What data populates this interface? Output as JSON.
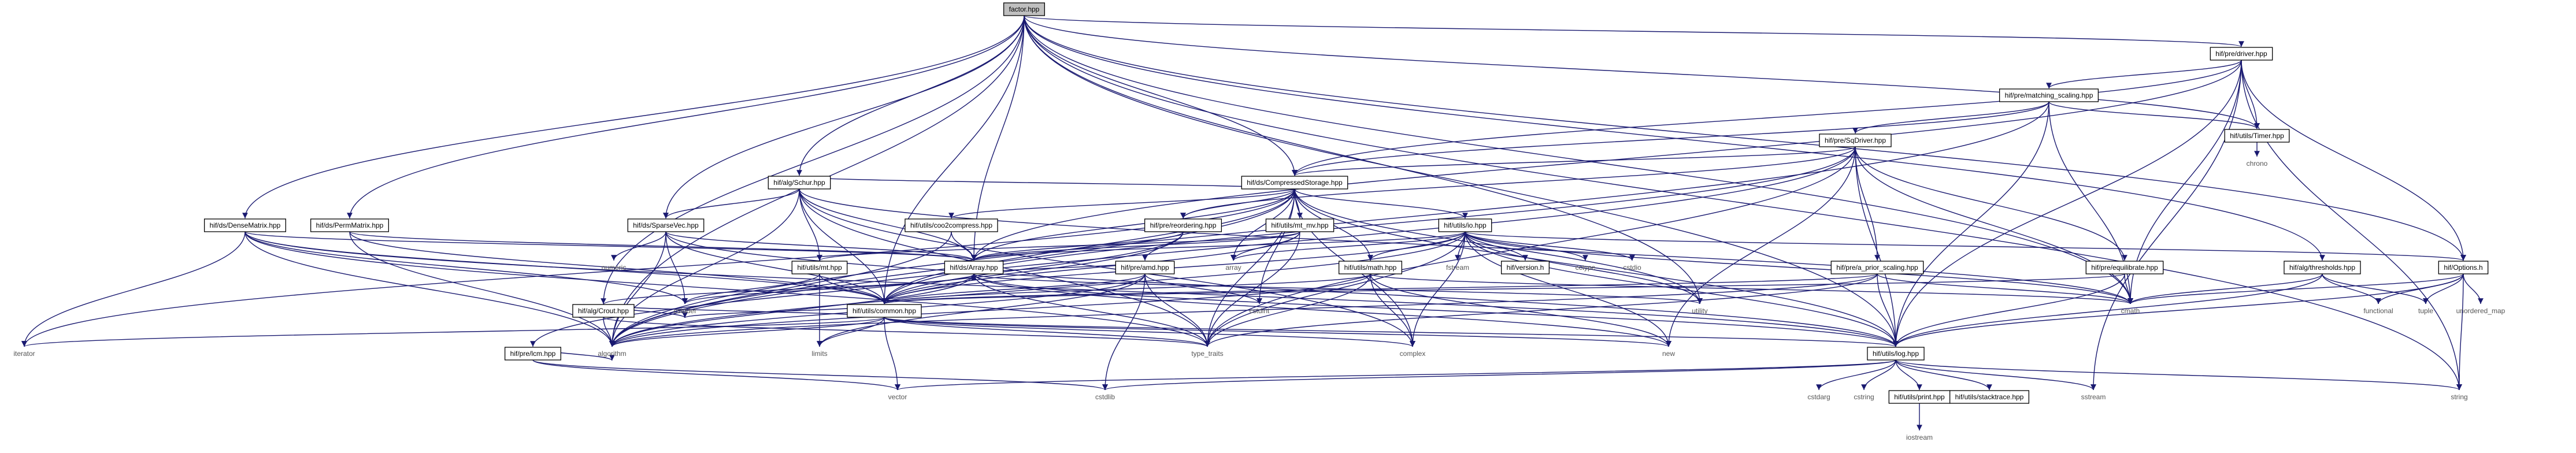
{
  "graph": {
    "root": "factor.hpp",
    "nodes": [
      {
        "id": "factor",
        "label": "factor.hpp",
        "kind": "root"
      },
      {
        "id": "predriver",
        "label": "hif/pre/driver.hpp",
        "kind": "file"
      },
      {
        "id": "matching",
        "label": "hif/pre/matching_scaling.hpp",
        "kind": "file"
      },
      {
        "id": "timer",
        "label": "hif/utils/Timer.hpp",
        "kind": "file"
      },
      {
        "id": "chrono",
        "label": "chrono",
        "kind": "system"
      },
      {
        "id": "mc64",
        "label": "hif/pre/SqDriver.hpp",
        "kind": "file"
      },
      {
        "id": "schur",
        "label": "hif/alg/Schur.hpp",
        "kind": "file"
      },
      {
        "id": "ccs",
        "label": "hif/ds/CompressedStorage.hpp",
        "kind": "file"
      },
      {
        "id": "dense",
        "label": "hif/ds/DenseMatrix.hpp",
        "kind": "file"
      },
      {
        "id": "perm",
        "label": "hif/ds/PermMatrix.hpp",
        "kind": "file"
      },
      {
        "id": "sparsevec",
        "label": "hif/ds/SparseVec.hpp",
        "kind": "file"
      },
      {
        "id": "coocomp",
        "label": "hif/utils/coo2compress.hpp",
        "kind": "file"
      },
      {
        "id": "reordering",
        "label": "hif/pre/reordering.hpp",
        "kind": "file"
      },
      {
        "id": "mtmv",
        "label": "hif/utils/mt_mv.hpp",
        "kind": "file"
      },
      {
        "id": "io",
        "label": "hif/utils/io.hpp",
        "kind": "file"
      },
      {
        "id": "options",
        "label": "hif/Options.h",
        "kind": "file"
      },
      {
        "id": "numeric",
        "label": "numeric",
        "kind": "system"
      },
      {
        "id": "crout",
        "label": "hif/alg/Crout.hpp",
        "kind": "file"
      },
      {
        "id": "mt",
        "label": "hif/utils/mt.hpp",
        "kind": "file"
      },
      {
        "id": "array",
        "label": "hif/ds/Array.hpp",
        "kind": "file"
      },
      {
        "id": "amd",
        "label": "hif/pre/amd.hpp",
        "kind": "file"
      },
      {
        "id": "stdarray",
        "label": "array",
        "kind": "system"
      },
      {
        "id": "math",
        "label": "hif/utils/math.hpp",
        "kind": "file"
      },
      {
        "id": "fstream",
        "label": "fstream",
        "kind": "system"
      },
      {
        "id": "version",
        "label": "hif/version.h",
        "kind": "file"
      },
      {
        "id": "cctype",
        "label": "cctype",
        "kind": "system"
      },
      {
        "id": "cstdio",
        "label": "cstdio",
        "kind": "system"
      },
      {
        "id": "priorscale",
        "label": "hif/pre/a_prior_scaling.hpp",
        "kind": "file"
      },
      {
        "id": "equil",
        "label": "hif/pre/equilibrate.hpp",
        "kind": "file"
      },
      {
        "id": "thresholds",
        "label": "hif/alg/thresholds.hpp",
        "kind": "file"
      },
      {
        "id": "cmath",
        "label": "cmath",
        "kind": "system"
      },
      {
        "id": "functional",
        "label": "functional",
        "kind": "system"
      },
      {
        "id": "tuple",
        "label": "tuple",
        "kind": "system"
      },
      {
        "id": "unordered",
        "label": "unordered_map",
        "kind": "system"
      },
      {
        "id": "cstddef",
        "label": "cstddef",
        "kind": "system"
      },
      {
        "id": "common",
        "label": "hif/utils/common.hpp",
        "kind": "file"
      },
      {
        "id": "cstdint",
        "label": "cstdint",
        "kind": "system"
      },
      {
        "id": "utility",
        "label": "utility",
        "kind": "system"
      },
      {
        "id": "iterator",
        "label": "iterator",
        "kind": "system"
      },
      {
        "id": "prelcm",
        "label": "hif/pre/lcm.hpp",
        "kind": "file"
      },
      {
        "id": "algorithm",
        "label": "algorithm",
        "kind": "system"
      },
      {
        "id": "limits",
        "label": "limits",
        "kind": "system"
      },
      {
        "id": "typetraits",
        "label": "type_traits",
        "kind": "system"
      },
      {
        "id": "complex",
        "label": "complex",
        "kind": "system"
      },
      {
        "id": "new",
        "label": "new",
        "kind": "system"
      },
      {
        "id": "log",
        "label": "hif/utils/log.hpp",
        "kind": "file"
      },
      {
        "id": "vector",
        "label": "vector",
        "kind": "system"
      },
      {
        "id": "cstdlib",
        "label": "cstdlib",
        "kind": "system"
      },
      {
        "id": "cstdarg",
        "label": "cstdarg",
        "kind": "system"
      },
      {
        "id": "cstring",
        "label": "cstring",
        "kind": "system"
      },
      {
        "id": "print",
        "label": "hif/utils/print.hpp",
        "kind": "file"
      },
      {
        "id": "stacktrace",
        "label": "hif/utils/stacktrace.hpp",
        "kind": "file"
      },
      {
        "id": "sstream",
        "label": "sstream",
        "kind": "system"
      },
      {
        "id": "string",
        "label": "string",
        "kind": "system"
      },
      {
        "id": "iostream",
        "label": "iostream",
        "kind": "system"
      }
    ],
    "edges": [
      [
        "factor",
        "predriver"
      ],
      [
        "factor",
        "timer"
      ],
      [
        "factor",
        "schur"
      ],
      [
        "factor",
        "ccs"
      ],
      [
        "factor",
        "dense"
      ],
      [
        "factor",
        "perm"
      ],
      [
        "factor",
        "sparsevec"
      ],
      [
        "factor",
        "crout"
      ],
      [
        "factor",
        "array"
      ],
      [
        "factor",
        "common"
      ],
      [
        "factor",
        "algorithm"
      ],
      [
        "factor",
        "utility"
      ],
      [
        "factor",
        "cmath"
      ],
      [
        "factor",
        "options"
      ],
      [
        "factor",
        "thresholds"
      ],
      [
        "factor",
        "log"
      ],
      [
        "factor",
        "string"
      ],
      [
        "predriver",
        "matching"
      ],
      [
        "predriver",
        "timer"
      ],
      [
        "predriver",
        "ccs"
      ],
      [
        "predriver",
        "array"
      ],
      [
        "predriver",
        "cmath"
      ],
      [
        "predriver",
        "options"
      ],
      [
        "predriver",
        "log"
      ],
      [
        "predriver",
        "sstream"
      ],
      [
        "predriver",
        "string"
      ],
      [
        "matching",
        "mc64"
      ],
      [
        "matching",
        "timer"
      ],
      [
        "matching",
        "ccs"
      ],
      [
        "matching",
        "cmath"
      ],
      [
        "matching",
        "log"
      ],
      [
        "matching",
        "algorithm"
      ],
      [
        "timer",
        "chrono"
      ],
      [
        "mc64",
        "ccs"
      ],
      [
        "mc64",
        "priorscale"
      ],
      [
        "mc64",
        "equil"
      ],
      [
        "mc64",
        "reordering"
      ],
      [
        "mc64",
        "common"
      ],
      [
        "mc64",
        "log"
      ],
      [
        "mc64",
        "new"
      ],
      [
        "mc64",
        "typetraits"
      ],
      [
        "mc64",
        "cmath"
      ],
      [
        "mc64",
        "algorithm"
      ],
      [
        "schur",
        "ccs"
      ],
      [
        "schur",
        "sparsevec"
      ],
      [
        "schur",
        "mt"
      ],
      [
        "schur",
        "common"
      ],
      [
        "schur",
        "array"
      ],
      [
        "schur",
        "cmath"
      ],
      [
        "schur",
        "typetraits"
      ],
      [
        "schur",
        "algorithm"
      ],
      [
        "schur",
        "complex"
      ],
      [
        "ccs",
        "coocomp"
      ],
      [
        "ccs",
        "reordering"
      ],
      [
        "ccs",
        "mtmv"
      ],
      [
        "ccs",
        "io"
      ],
      [
        "ccs",
        "array"
      ],
      [
        "ccs",
        "math"
      ],
      [
        "ccs",
        "common"
      ],
      [
        "ccs",
        "log"
      ],
      [
        "ccs",
        "typetraits"
      ],
      [
        "ccs",
        "stdarray"
      ],
      [
        "ccs",
        "cstdint"
      ],
      [
        "ccs",
        "utility"
      ],
      [
        "ccs",
        "algorithm"
      ],
      [
        "ccs",
        "iterator"
      ],
      [
        "ccs",
        "complex"
      ],
      [
        "dense",
        "array"
      ],
      [
        "dense",
        "common"
      ],
      [
        "dense",
        "log"
      ],
      [
        "dense",
        "algorithm"
      ],
      [
        "dense",
        "iterator"
      ],
      [
        "dense",
        "cstddef"
      ],
      [
        "dense",
        "typetraits"
      ],
      [
        "perm",
        "array"
      ],
      [
        "perm",
        "common"
      ],
      [
        "perm",
        "algorithm"
      ],
      [
        "sparsevec",
        "array"
      ],
      [
        "sparsevec",
        "common"
      ],
      [
        "sparsevec",
        "numeric"
      ],
      [
        "sparsevec",
        "algorithm"
      ],
      [
        "sparsevec",
        "cstddef"
      ],
      [
        "sparsevec",
        "log"
      ],
      [
        "coocomp",
        "array"
      ],
      [
        "coocomp",
        "algorithm"
      ],
      [
        "reordering",
        "amd"
      ],
      [
        "reordering",
        "array"
      ],
      [
        "reordering",
        "common"
      ],
      [
        "reordering",
        "prelcm"
      ],
      [
        "mtmv",
        "mt"
      ],
      [
        "mtmv",
        "array"
      ],
      [
        "mtmv",
        "common"
      ],
      [
        "mtmv",
        "stdarray"
      ],
      [
        "mtmv",
        "typetraits"
      ],
      [
        "io",
        "array"
      ],
      [
        "io",
        "fstream"
      ],
      [
        "io",
        "version"
      ],
      [
        "io",
        "cctype"
      ],
      [
        "io",
        "cstdio"
      ],
      [
        "io",
        "options"
      ],
      [
        "io",
        "common"
      ],
      [
        "io",
        "log"
      ],
      [
        "io",
        "math"
      ],
      [
        "io",
        "typetraits"
      ],
      [
        "io",
        "algorithm"
      ],
      [
        "io",
        "stdarray"
      ],
      [
        "io",
        "utility"
      ],
      [
        "io",
        "new"
      ],
      [
        "io",
        "complex"
      ],
      [
        "io",
        "cmath"
      ],
      [
        "options",
        "functional"
      ],
      [
        "options",
        "tuple"
      ],
      [
        "options",
        "unordered"
      ],
      [
        "options",
        "string"
      ],
      [
        "options",
        "cmath"
      ],
      [
        "options",
        "log"
      ],
      [
        "crout",
        "common"
      ],
      [
        "crout",
        "array"
      ],
      [
        "crout",
        "cstddef"
      ],
      [
        "crout",
        "algorithm"
      ],
      [
        "crout",
        "typetraits"
      ],
      [
        "mt",
        "cstddef"
      ],
      [
        "mt",
        "limits"
      ],
      [
        "mt",
        "common"
      ],
      [
        "array",
        "common"
      ],
      [
        "array",
        "log"
      ],
      [
        "array",
        "algorithm"
      ],
      [
        "array",
        "new"
      ],
      [
        "array",
        "typetraits"
      ],
      [
        "array",
        "cstddef"
      ],
      [
        "array",
        "utility"
      ],
      [
        "amd",
        "common"
      ],
      [
        "amd",
        "cstdlib"
      ],
      [
        "amd",
        "cstdint"
      ],
      [
        "amd",
        "limits"
      ],
      [
        "amd",
        "typetraits"
      ],
      [
        "amd",
        "algorithm"
      ],
      [
        "amd",
        "array"
      ],
      [
        "math",
        "cmath"
      ],
      [
        "math",
        "complex"
      ],
      [
        "math",
        "typetraits"
      ],
      [
        "math",
        "algorithm"
      ],
      [
        "math",
        "common"
      ],
      [
        "math",
        "new"
      ],
      [
        "priorscale",
        "cmath"
      ],
      [
        "priorscale",
        "common"
      ],
      [
        "priorscale",
        "log"
      ],
      [
        "priorscale",
        "typetraits"
      ],
      [
        "priorscale",
        "algorithm"
      ],
      [
        "equil",
        "cmath"
      ],
      [
        "equil",
        "common"
      ],
      [
        "equil",
        "log"
      ],
      [
        "thresholds",
        "cmath"
      ],
      [
        "thresholds",
        "log"
      ],
      [
        "thresholds",
        "functional"
      ],
      [
        "thresholds",
        "tuple"
      ],
      [
        "common",
        "algorithm"
      ],
      [
        "common",
        "limits"
      ],
      [
        "common",
        "vector"
      ],
      [
        "common",
        "typetraits"
      ],
      [
        "common",
        "complex"
      ],
      [
        "common",
        "new"
      ],
      [
        "common",
        "log"
      ],
      [
        "common",
        "iterator"
      ],
      [
        "common",
        "cstddef"
      ],
      [
        "prelcm",
        "vector"
      ],
      [
        "prelcm",
        "cstdlib"
      ],
      [
        "prelcm",
        "algorithm"
      ],
      [
        "log",
        "vector"
      ],
      [
        "log",
        "cstdlib"
      ],
      [
        "log",
        "cstdarg"
      ],
      [
        "log",
        "cstring"
      ],
      [
        "log",
        "print"
      ],
      [
        "log",
        "stacktrace"
      ],
      [
        "log",
        "sstream"
      ],
      [
        "log",
        "string"
      ],
      [
        "print",
        "iostream"
      ]
    ]
  }
}
